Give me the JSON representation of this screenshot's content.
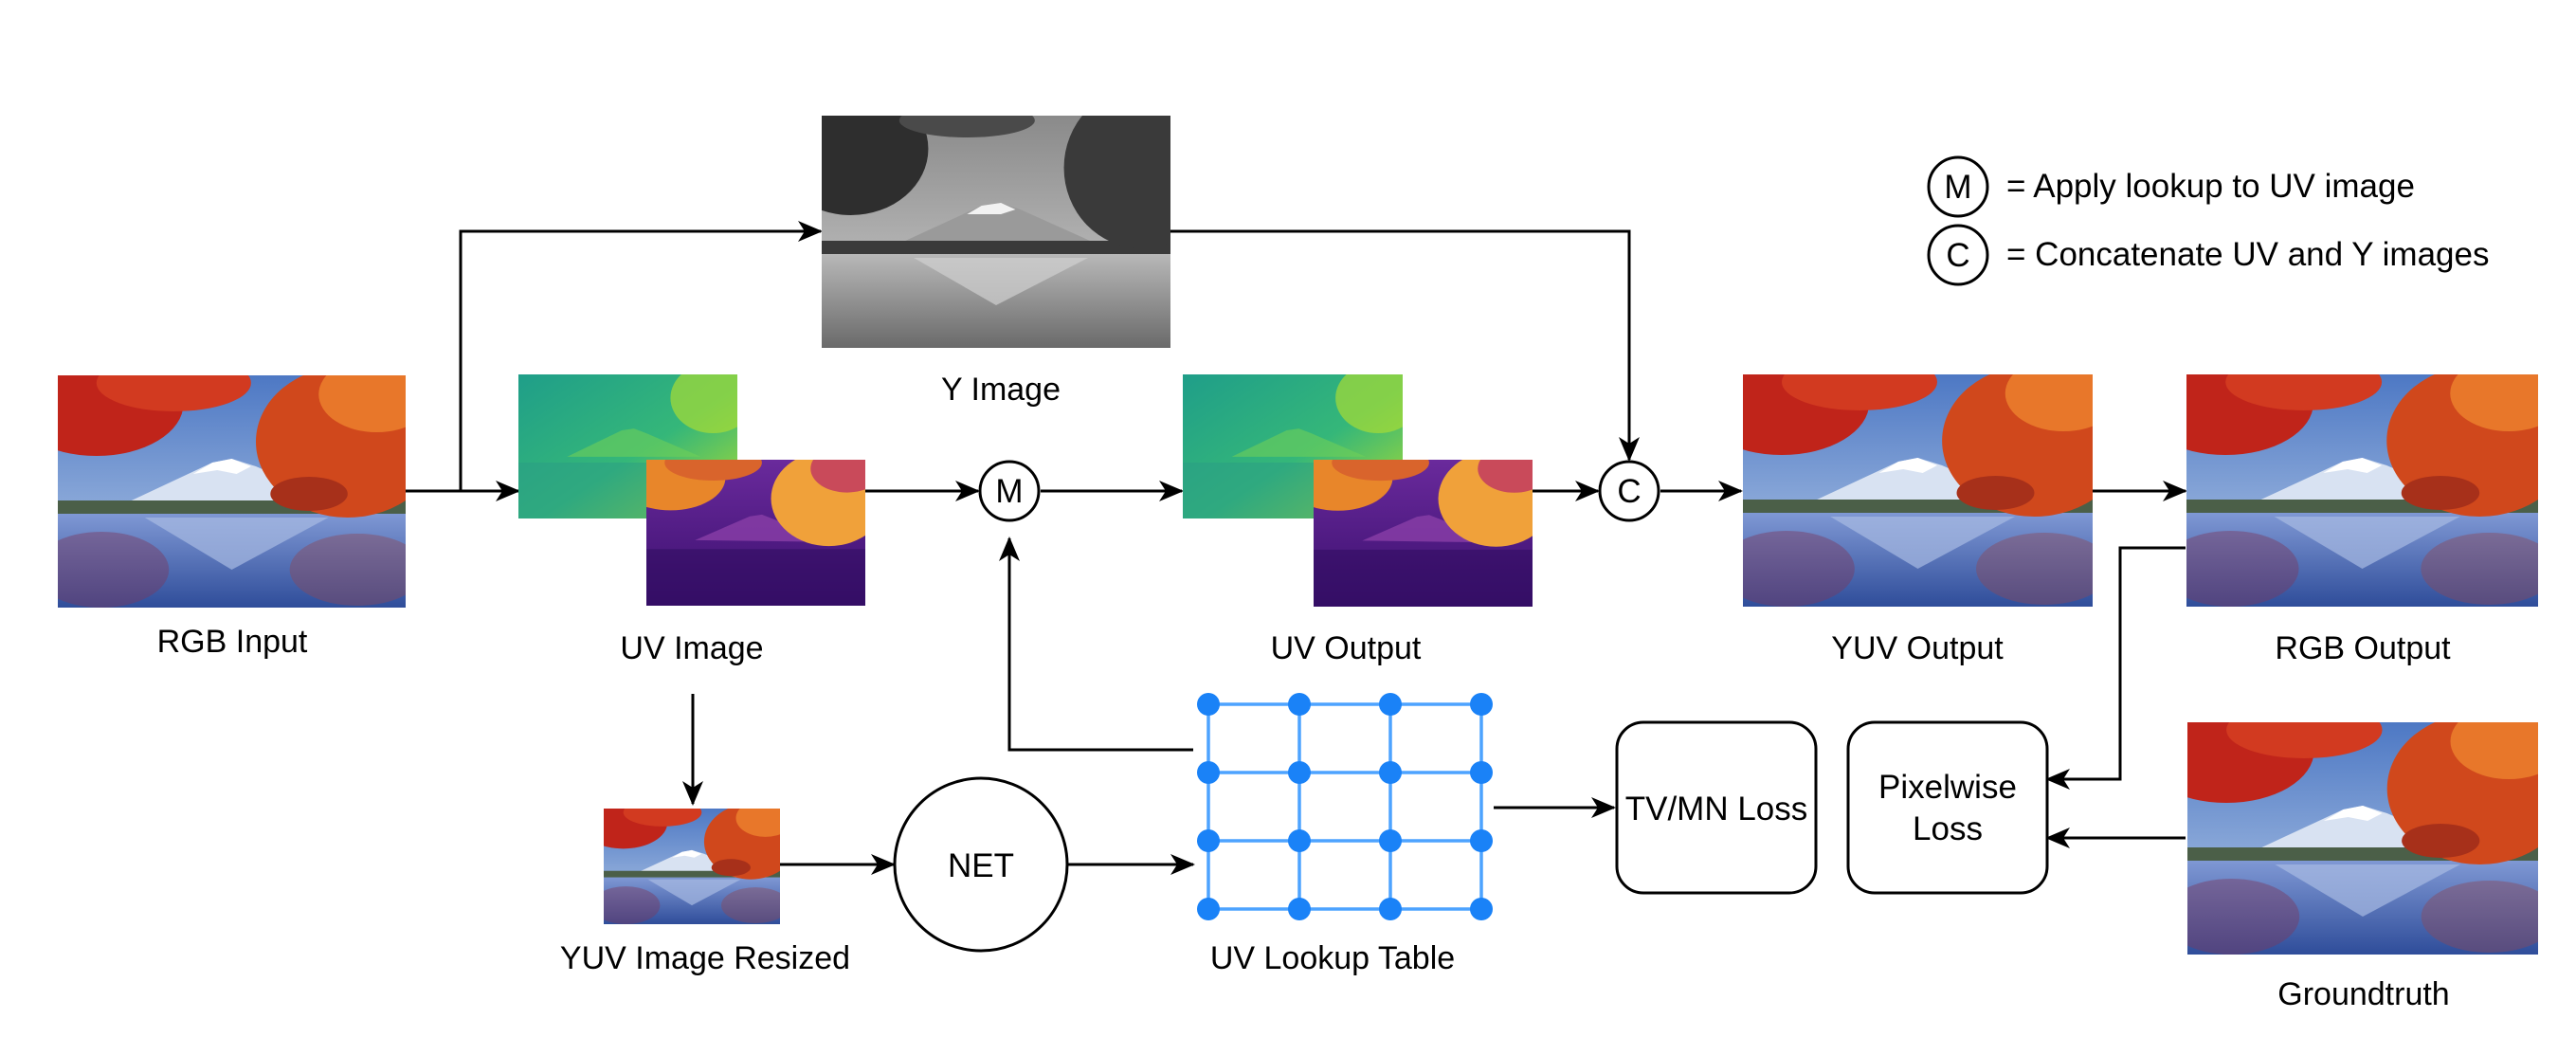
{
  "legend": {
    "m_symbol": "M",
    "m_text": "= Apply lookup to UV image",
    "c_symbol": "C",
    "c_text": "= Concatenate UV and Y images"
  },
  "labels": {
    "rgb_input": "RGB Input",
    "y_image": "Y Image",
    "uv_image": "UV Image",
    "uv_output": "UV Output",
    "yuv_output": "YUV Output",
    "rgb_output": "RGB Output",
    "yuv_resized": "YUV Image Resized",
    "uv_lut": "UV Lookup Table",
    "groundtruth": "Groundtruth"
  },
  "nodes": {
    "m_op": "M",
    "c_op": "C",
    "net": "NET",
    "tv_loss": "TV/MN Loss",
    "pixel_loss_line1": "Pixelwise",
    "pixel_loss_line2": "Loss"
  },
  "colors": {
    "lut_grid": "#4da3ff",
    "lut_nodes": "#1a82f7"
  }
}
